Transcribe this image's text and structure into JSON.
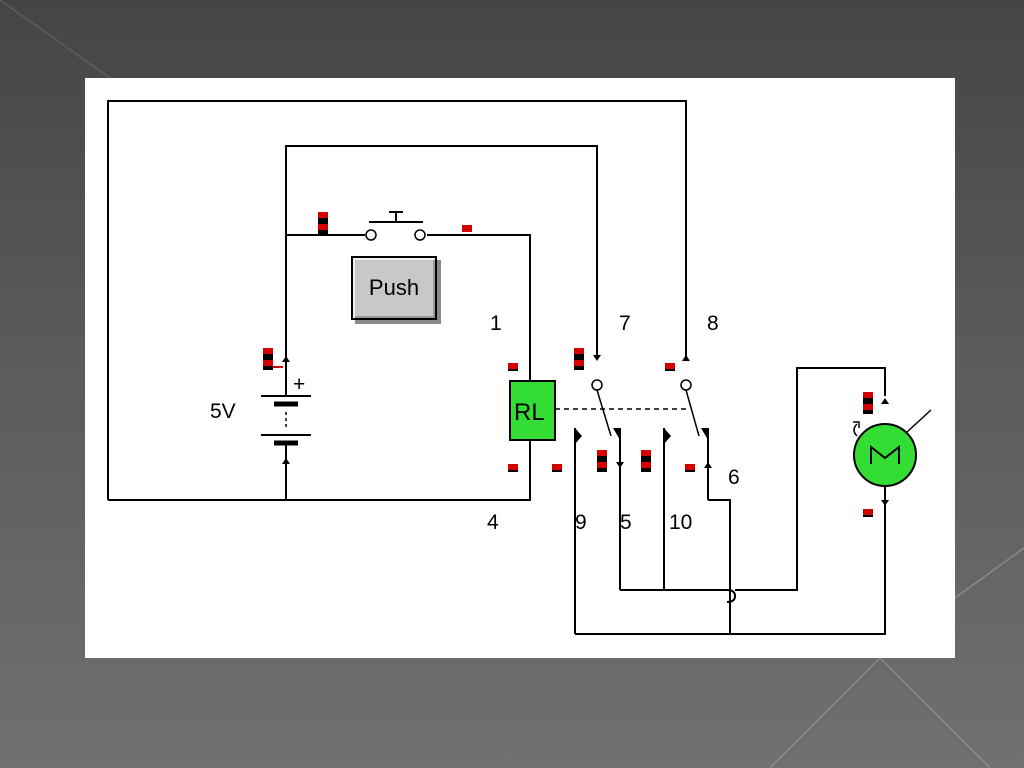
{
  "colors": {
    "background_dark": "#454545",
    "panel": "#ffffff",
    "wire": "#000000",
    "relay_fill": "#33dd33",
    "motor_fill": "#33dd33",
    "node_marker_red": "#d40000",
    "node_marker_black": "#000000",
    "button_face": "#c8c8c8"
  },
  "button": {
    "label": "Push"
  },
  "battery": {
    "voltage_label": "5V",
    "plus_sign": "+"
  },
  "relay": {
    "label": "RL"
  },
  "motor": {
    "symbol": "M",
    "icon": "motor-icon"
  },
  "pin_labels": {
    "p1": "1",
    "p4": "4",
    "p5": "5",
    "p6": "6",
    "p7": "7",
    "p8": "8",
    "p9": "9",
    "p10": "10"
  }
}
